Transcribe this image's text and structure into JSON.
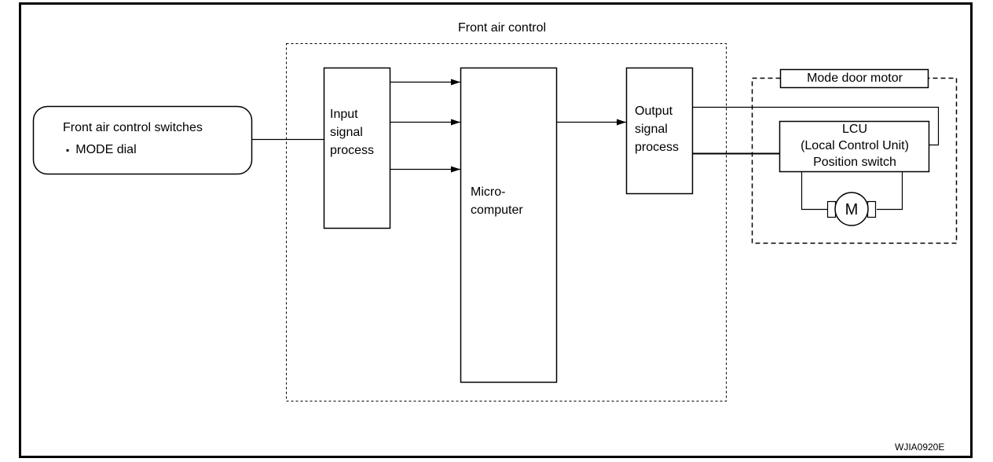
{
  "front_air_control": {
    "title": "Front air control"
  },
  "switches": {
    "title": "Front air control switches",
    "bullet": "▪",
    "item": "MODE  dial"
  },
  "input_block": {
    "lines": [
      "Input",
      "signal",
      "process"
    ]
  },
  "microcomputer": {
    "lines": [
      "Micro-",
      "computer"
    ]
  },
  "output_block": {
    "lines": [
      "Output",
      "signal",
      "process"
    ]
  },
  "mode_door_motor": {
    "title": "Mode  door  motor",
    "lcu_lines": [
      "LCU",
      "(Local  Control  Unit)",
      "Position  switch"
    ],
    "motor_symbol": "M"
  },
  "figure_code": "WJIA0920E"
}
